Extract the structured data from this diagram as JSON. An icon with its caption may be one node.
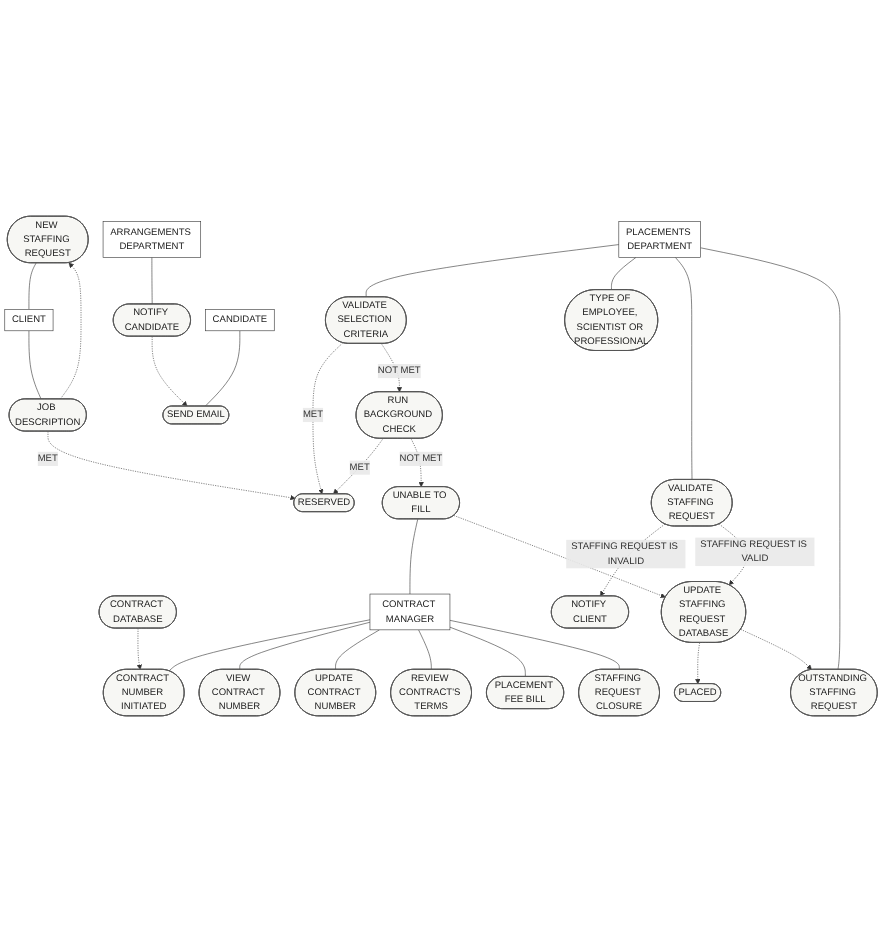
{
  "diagram": {
    "nodes": [
      {
        "text": [
          "CONTRACT DATABASE"
        ]
      },
      {
        "text": [
          "NEW STAFFING REQUEST"
        ]
      },
      {
        "text": [
          "JOB DESCRIPTION"
        ]
      },
      {
        "text": [
          "CONTRACT NUMBER INITIATED"
        ]
      },
      {
        "text": [
          "VALIDATE SELECTION CRITERIA"
        ]
      },
      {
        "text": [
          "CONTRACT MANAGER"
        ]
      },
      {
        "text": [
          "VIEW CONTRACT NUMBER"
        ]
      },
      {
        "text": [
          "RESERVED"
        ]
      },
      {
        "text": [
          "RUN BACKGROUND CHECK"
        ]
      },
      {
        "text": [
          "CLIENT"
        ]
      },
      {
        "text": [
          "UPDATE CONTRACT NUMBER"
        ]
      },
      {
        "text": [
          "TYPE OF EMPLOYEE, SCIENTIST OR PROFESSIONAL"
        ]
      },
      {
        "text": [
          "UNABLE TO FILL"
        ]
      },
      {
        "text": [
          "REVIEW CONTRACT'S TERMS"
        ]
      },
      {
        "text": [
          "NOTIFY CLIENT"
        ]
      },
      {
        "text": [
          "PLACEMENTS DEPARTMENT"
        ]
      },
      {
        "text": [
          "PLACED"
        ]
      },
      {
        "text": [
          "VALIDATE STAFFING REQUEST"
        ]
      },
      {
        "text": [
          "UPDATE STAFFING REQUEST DATABASE"
        ]
      },
      {
        "text": [
          "CANDIDATE"
        ]
      },
      {
        "text": [
          "OUTSTANDING STAFFING REQUEST"
        ]
      },
      {
        "text": [
          "NOTIFY CANDIDATE"
        ]
      },
      {
        "text": [
          "ARRANGEMENTS DEPARTMENT"
        ]
      },
      {
        "text": [
          "SEND EMAIL"
        ]
      },
      {
        "text": [
          "PLACEMENT FEE BILL"
        ]
      },
      {
        "text": [
          "STAFFING REQUEST CLOSURE"
        ]
      }
    ],
    "edges": [
      {
        "from": 0,
        "to": 3,
        "arrow": "to",
        "style": "dashed"
      },
      {
        "from": 2,
        "to": 1,
        "arrow": "to",
        "style": "dashed"
      },
      {
        "from": 1,
        "to": 9,
        "arrow": "none"
      },
      {
        "from": 9,
        "to": 2,
        "arrow": "none"
      },
      {
        "from": 2,
        "to": 7,
        "arrow": "to",
        "style": "dashed",
        "label": "MET"
      },
      {
        "from": 4,
        "to": 7,
        "arrow": "to",
        "style": "dashed",
        "label": "MET"
      },
      {
        "from": 4,
        "to": 8,
        "arrow": "to",
        "style": "dashed",
        "label": "NOT MET"
      },
      {
        "from": 8,
        "to": 7,
        "arrow": "to",
        "style": "dashed",
        "label": "MET"
      },
      {
        "from": 8,
        "to": 12,
        "arrow": "to",
        "style": "dashed",
        "label": "NOT MET"
      },
      {
        "from": 5,
        "to": 3,
        "arrow": "none"
      },
      {
        "from": 5,
        "to": 6,
        "arrow": "none"
      },
      {
        "from": 5,
        "to": 10,
        "arrow": "none"
      },
      {
        "from": 5,
        "to": 13,
        "arrow": "none"
      },
      {
        "from": 12,
        "to": 5,
        "arrow": "none"
      },
      {
        "from": 5,
        "to": 24,
        "arrow": "none"
      },
      {
        "from": 5,
        "to": 25,
        "arrow": "none"
      },
      {
        "from": 15,
        "to": 4,
        "arrow": "none"
      },
      {
        "from": 15,
        "to": 11,
        "arrow": "none"
      },
      {
        "from": 15,
        "to": 17,
        "arrow": "none"
      },
      {
        "from": 15,
        "to": 20,
        "arrow": "none"
      },
      {
        "from": 17,
        "to": 14,
        "arrow": "to",
        "style": "dashed",
        "label": "STAFFING REQUEST IS INVALID"
      },
      {
        "from": 17,
        "to": 18,
        "arrow": "to",
        "style": "dashed",
        "label": "STAFFING REQUEST IS VALID"
      },
      {
        "from": 12,
        "to": 18,
        "arrow": "to",
        "style": "dashed"
      },
      {
        "from": 18,
        "to": 16,
        "arrow": "to",
        "style": "dashed"
      },
      {
        "from": 18,
        "to": 20,
        "arrow": "to",
        "style": "dashed"
      },
      {
        "from": 22,
        "to": 21,
        "arrow": "none"
      },
      {
        "from": 21,
        "to": 23,
        "arrow": "to",
        "style": "dashed"
      },
      {
        "from": 19,
        "to": 23,
        "arrow": "none"
      }
    ]
  }
}
